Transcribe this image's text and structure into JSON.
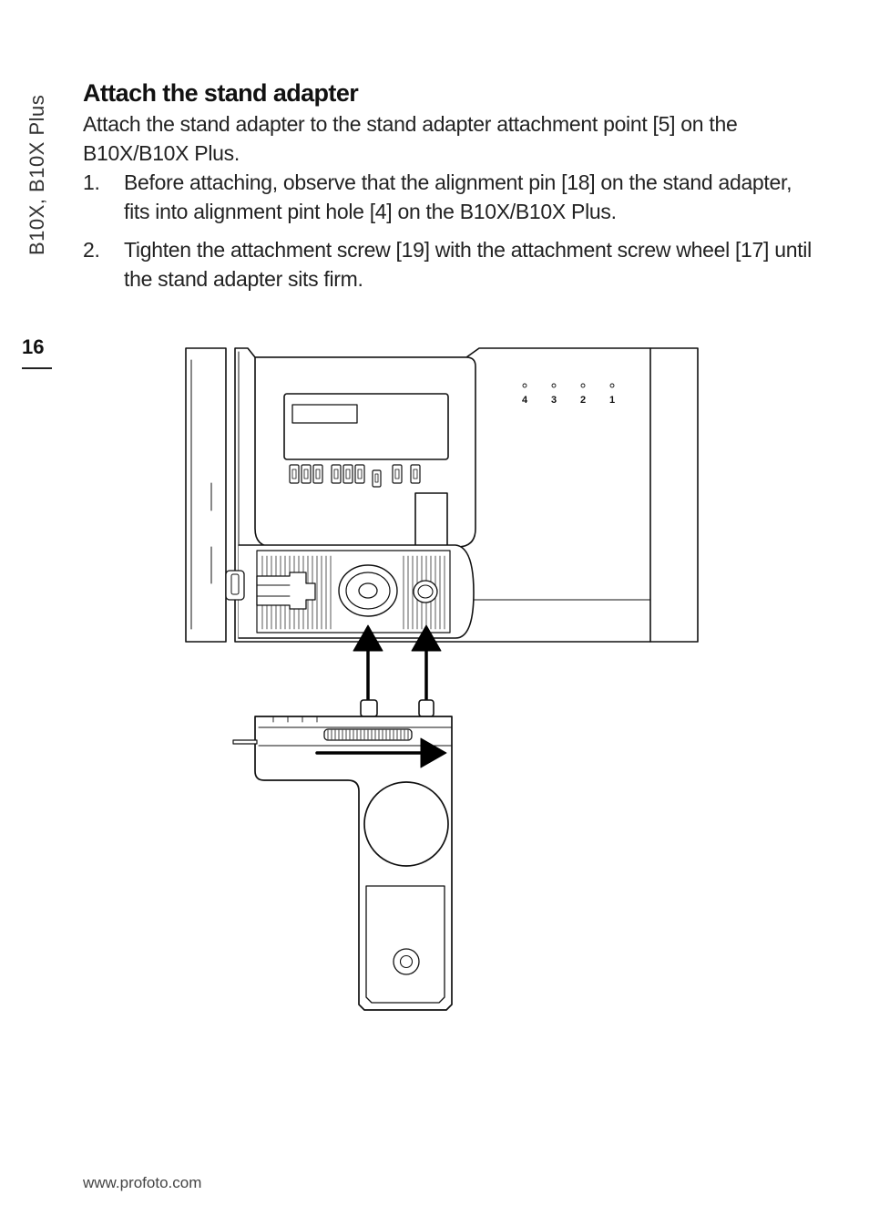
{
  "sidebar": {
    "product": "B10X, B10X Plus",
    "page_number": "16"
  },
  "heading": "Attach the stand adapter",
  "intro": "Attach the stand adapter to the stand adapter attachment point [5] on the B10X/B10X Plus.",
  "steps": [
    {
      "num": "1.",
      "text": "Before attaching, observe that the alignment pin [18] on the stand adapter, fits into alignment pint hole [4] on the B10X/B10X Plus."
    },
    {
      "num": "2.",
      "text": "Tighten the attachment screw [19] with the attachment screw wheel [17] until the stand adapter sits firm."
    }
  ],
  "figure": {
    "channels": [
      "4",
      "3",
      "2",
      "1"
    ]
  },
  "footer": "www.profoto.com"
}
